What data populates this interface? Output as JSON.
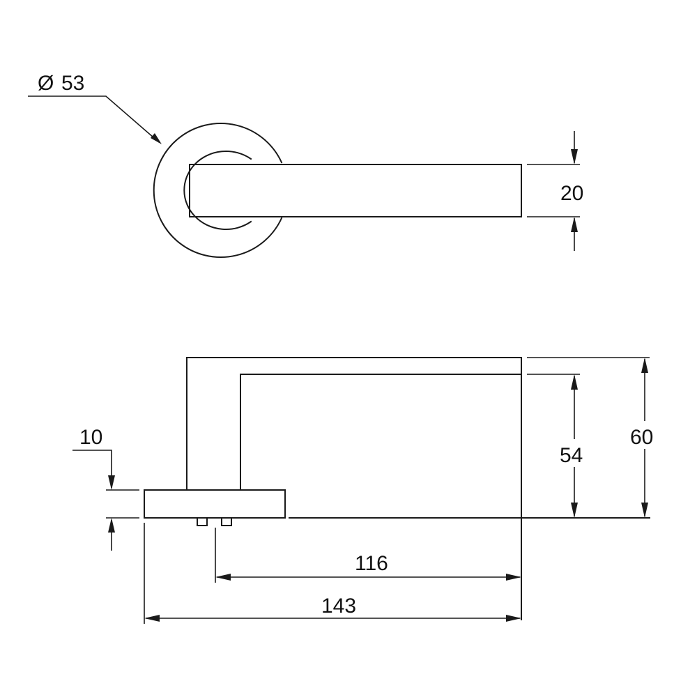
{
  "drawing": {
    "top_view": {
      "rose_diameter_label": "53",
      "rose_diameter_symbol": "Ø",
      "lever_thickness_label": "20"
    },
    "side_view": {
      "rose_thickness_label": "10",
      "lever_inner_height_label": "54",
      "lever_outer_height_label": "60",
      "projection_label": "116",
      "overall_length_label": "143"
    }
  }
}
